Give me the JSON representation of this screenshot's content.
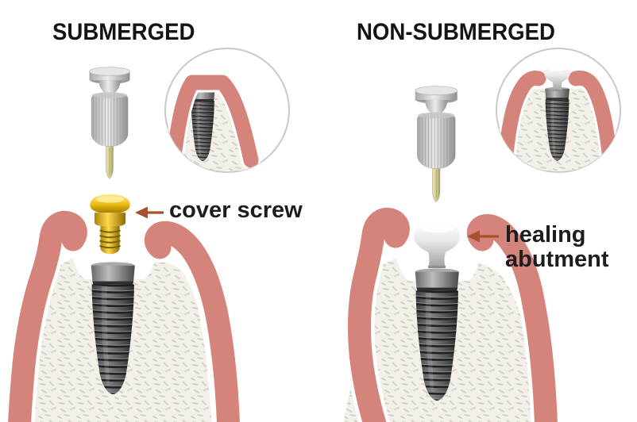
{
  "panels": {
    "left": {
      "title": "SUBMERGED",
      "callout": "cover screw"
    },
    "right": {
      "title": "NON-SUBMERGED",
      "callout_line1": "healing",
      "callout_line2": "abutment"
    }
  },
  "colors": {
    "background": "#ffffff",
    "title_text": "#141414",
    "label_text": "#1d1d1d",
    "arrow": "#a6512a",
    "gum": "#d5847b",
    "bone": "#f2f0e8",
    "speckle": "#d2d2ca",
    "implant_dark": "#3d3d3d",
    "implant_light": "#818181",
    "driver_metal": "#d7d7d7",
    "driver_tip": "#cfc98f",
    "cover_screw_gold": "#edbc13",
    "abutment_silver": "#e9e9e9",
    "inset_border": "#c9c9c9"
  }
}
